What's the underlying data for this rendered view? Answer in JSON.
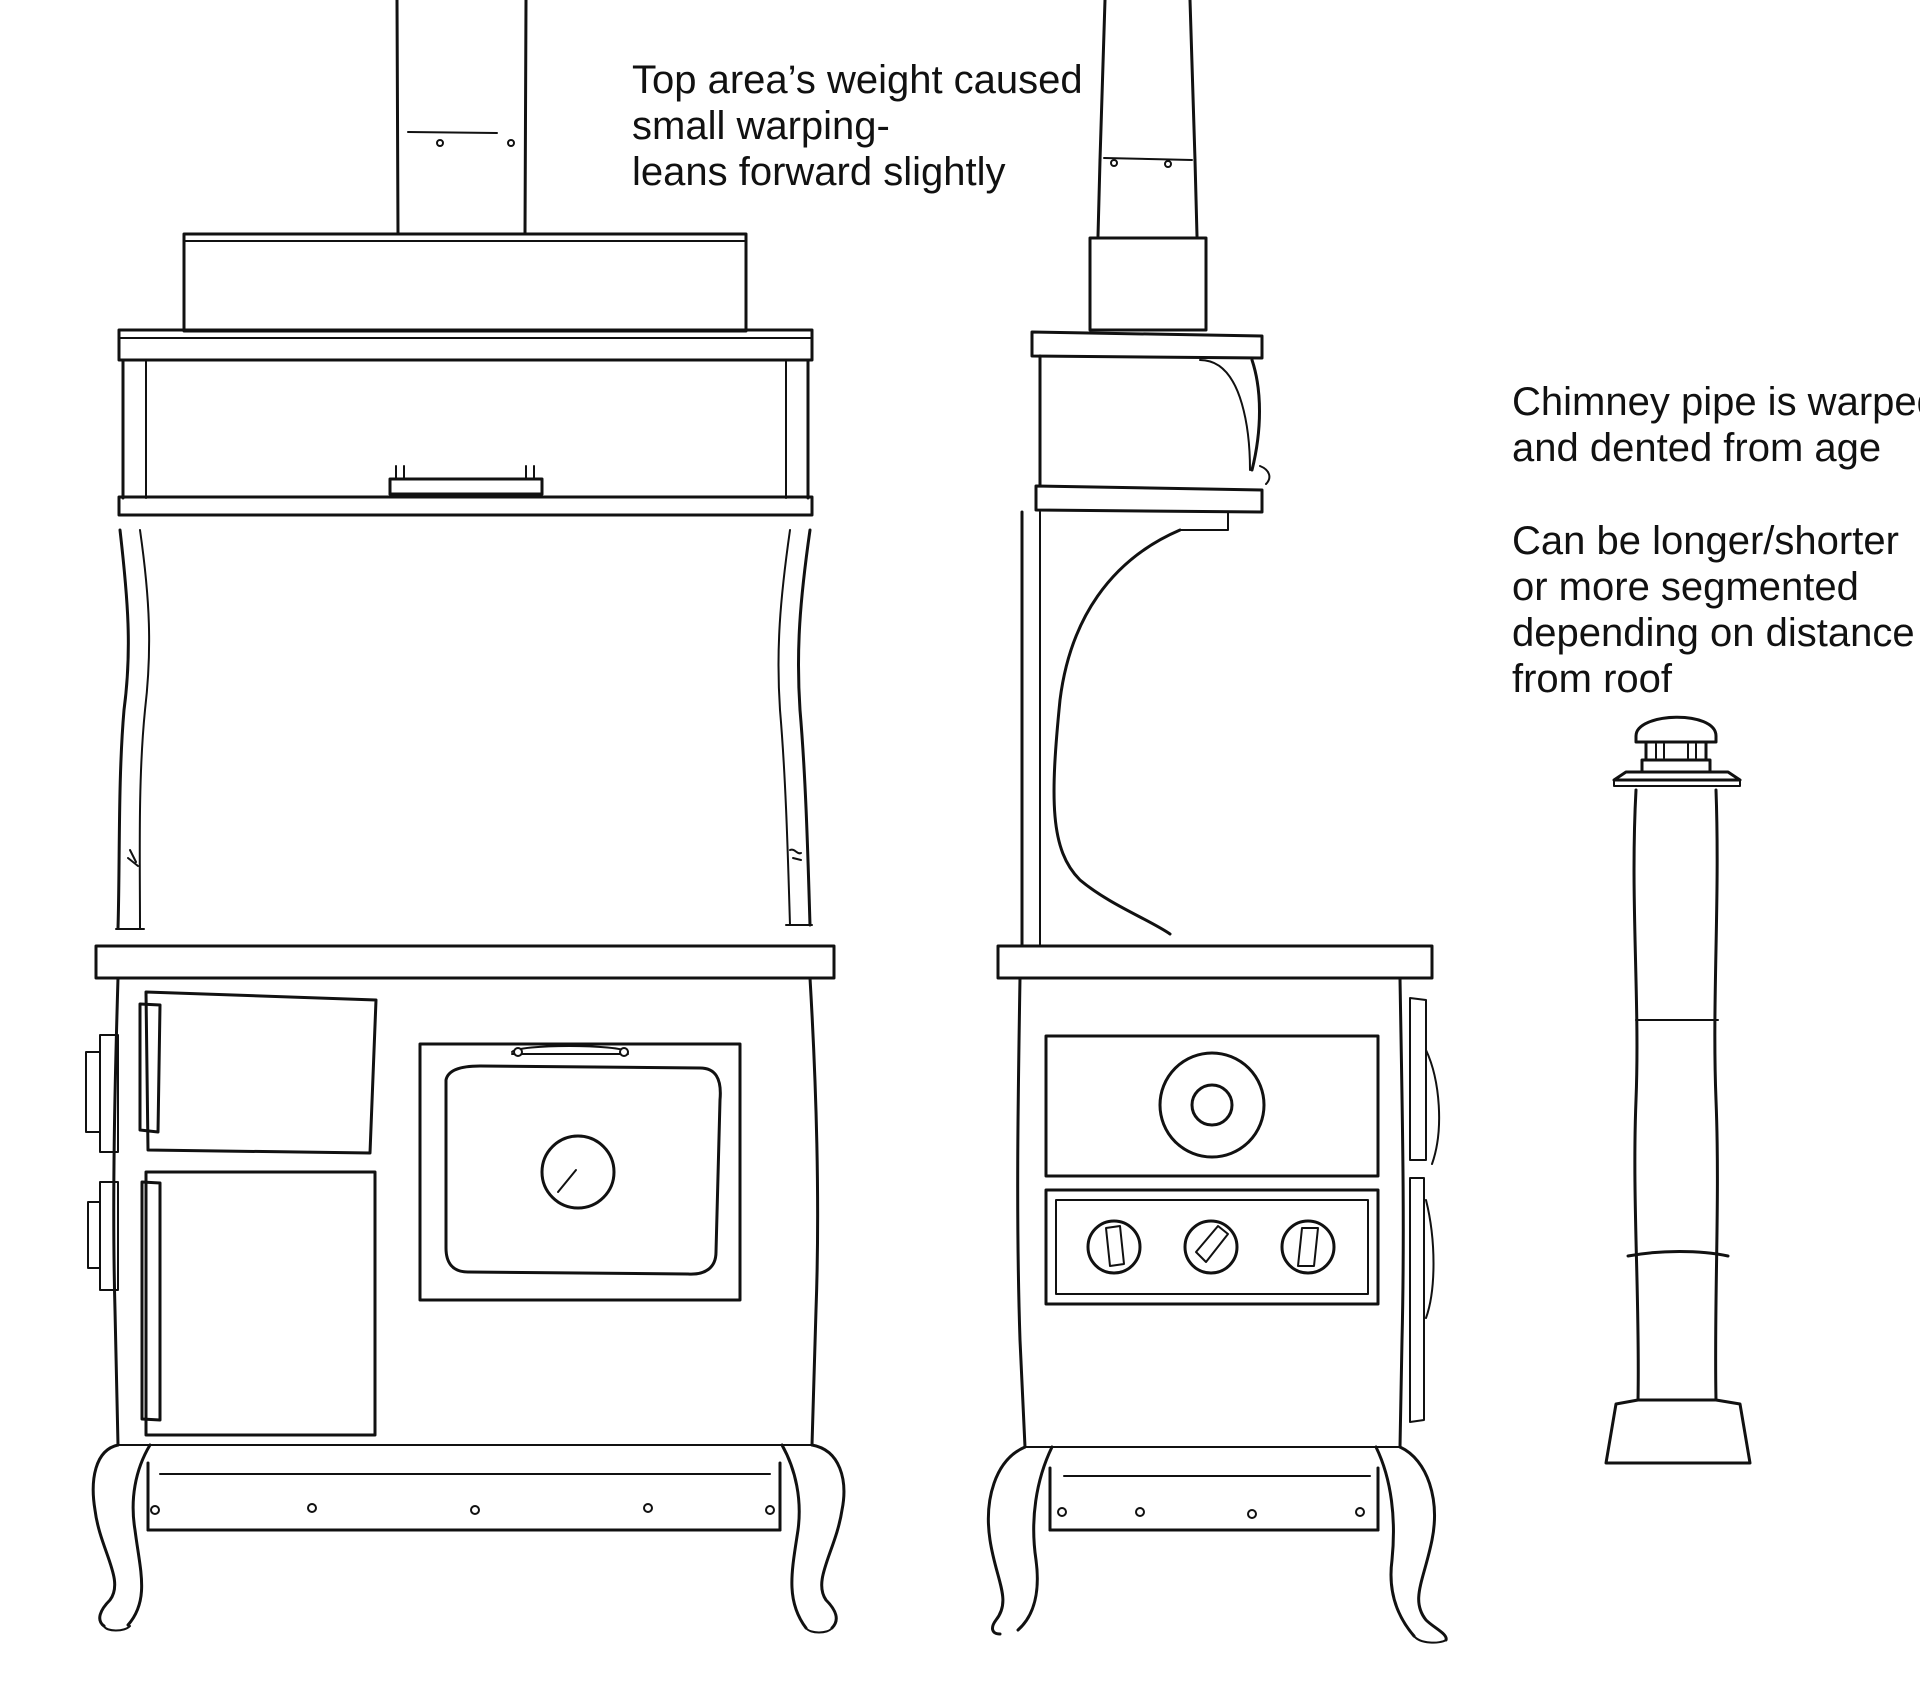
{
  "annotations": {
    "top_weight": [
      "Top area’s weight caused",
      "small warping-",
      "leans forward slightly"
    ],
    "chimney_pipe": [
      "Chimney pipe is warped",
      "and dented from age"
    ],
    "length": [
      "Can be longer/shorter",
      "or more segmented",
      "depending on distance",
      "from roof"
    ]
  },
  "colors": {
    "ink": "#111111",
    "paper": "#ffffff"
  }
}
